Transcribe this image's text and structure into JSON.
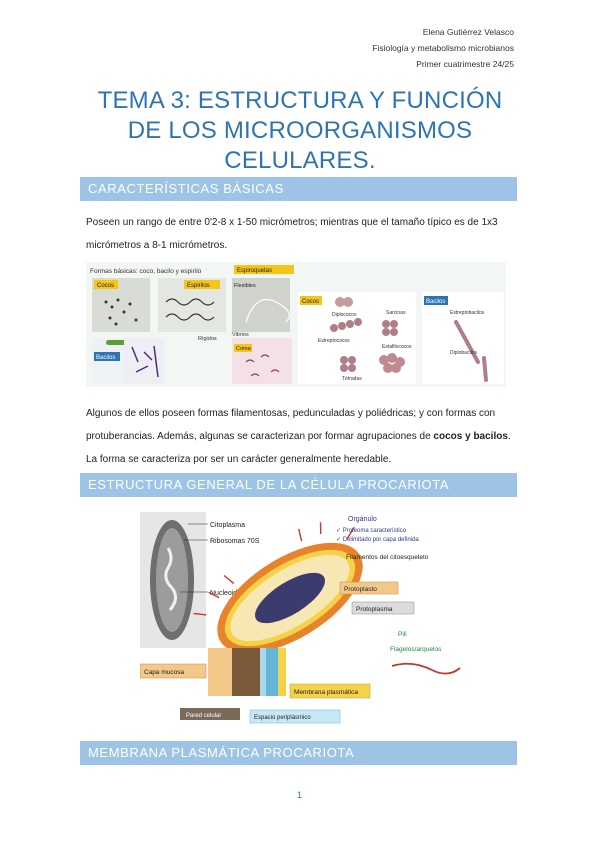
{
  "header": {
    "author": "Elena Gutiérrez Velasco",
    "course": "Fisiología y metabolismo microbianos",
    "term": "Primer cuatrimestre 24/25"
  },
  "title": "TEMA 3: ESTRUCTURA Y FUNCIÓN DE LOS MICROORGANISMOS CELULARES.",
  "sections": {
    "basics": "CARACTERÍSTICAS BÁSICAS",
    "prokaryote": "ESTRUCTURA GENERAL DE LA CÉLULA PROCARIOTA",
    "membrane": "MEMBRANA PLASMÁTICA PROCARIOTA"
  },
  "paragraphs": {
    "p1": "Poseen un rango de entre 0'2-8 x 1-50 micrómetros; mientras que el tamaño típico es de 1x3 micrómetros a 8-1 micrómetros.",
    "p2_a": "Algunos de ellos poseen formas filamentosas, pedunculadas y poliédricas; y con formas con protuberancias. Además, algunas se caracterizan por formar agrupaciones de ",
    "p2_b1": "cocos y bacilos",
    "p2_c": ". La forma se caracteriza por ser un carácter generalmente heredable."
  },
  "figure_shapes": {
    "heading": "Formas básicas: coco, bacilo y espirilo",
    "cocos": "Cocos",
    "espirilos": "Espirilos",
    "espiroquetas": "Espiroquetas",
    "flexibles": "Flexibles",
    "rigidos": "Rígidos",
    "bacilos": "Bacilos",
    "vibrios": "Vibrios",
    "coma": "Coma",
    "cocos2": "Cocos",
    "diplococos": "Diplococos",
    "sarcinas": "Sarcinas",
    "estreptococos": "Estreptococos",
    "estafilococos": "Estafilococos",
    "tetradas": "Tétradas",
    "bacilos2": "Bacilos",
    "estreptobacilos": "Estreptobacilos",
    "diplobacilos": "Diplobacilos"
  },
  "figure_cell": {
    "citoplasma": "Citoplasma",
    "ribosomas": "Ribosomas 70S",
    "nucleoide": "Nucleoide",
    "organulo": "Orgánulo",
    "proteoma": "✓ Proteoma característico",
    "delimitado": "✓ Delimitado por capa definida",
    "filamentos": "Filamentos del citoesqueleto",
    "protoplasto": "Protoplasto",
    "protoplasma": "Protoplasma",
    "pili": "Pili",
    "flagelos": "Flagelos/arquelos",
    "capa_mucosa": "Capa mucosa",
    "membrana": "Membrana plasmática",
    "pared": "Pared celular",
    "espacio": "Espacio periplásmico"
  },
  "page_number": "1"
}
